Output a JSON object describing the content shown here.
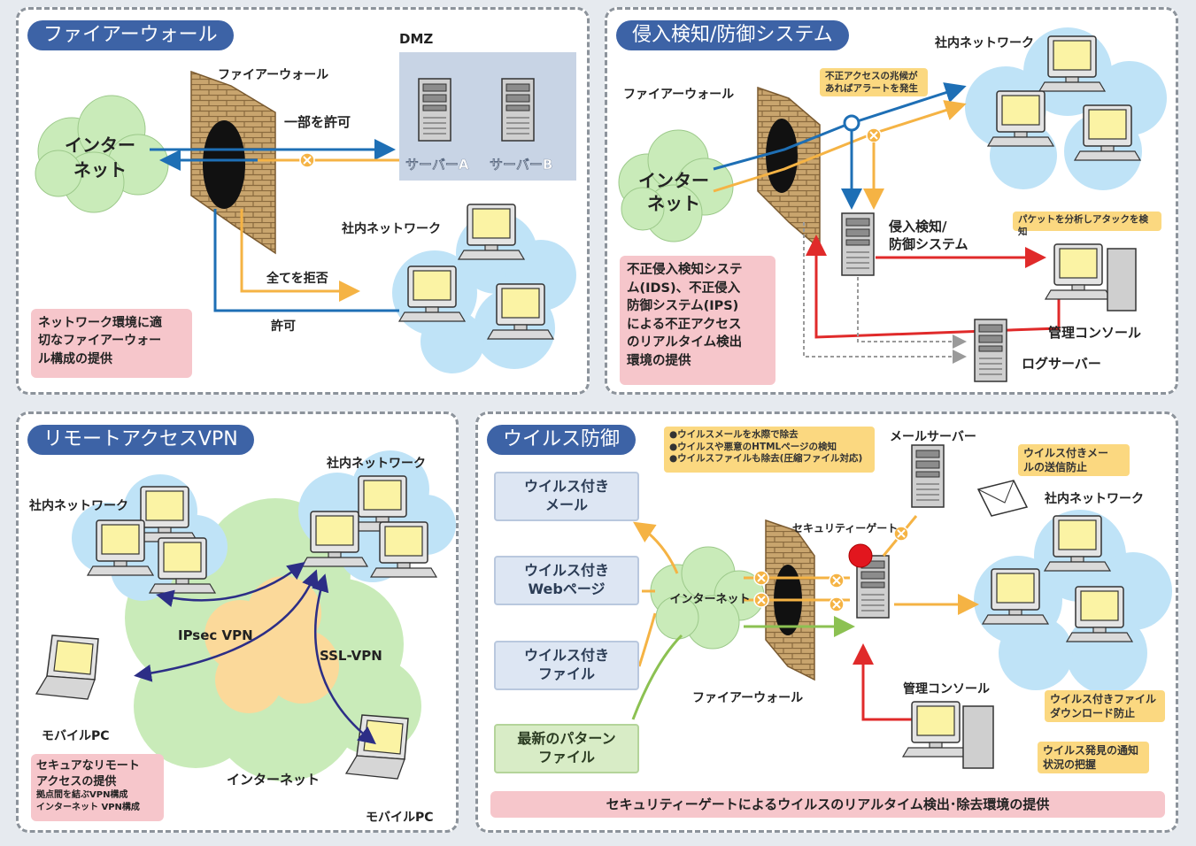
{
  "firewall": {
    "title": "ファイアーウォール",
    "dmz": "DMZ",
    "fw_label": "ファイアーウォール",
    "internet_l1": "インター",
    "internet_l2": "ネット",
    "partial_allow": "一部を許可",
    "server_a": "サーバーA",
    "server_b": "サーバーB",
    "lan": "社内ネットワーク",
    "deny_all": "全てを拒否",
    "allow": "許可",
    "desc": [
      "ネットワーク環境に適",
      "切なファイアーウォー",
      "ル構成の提供"
    ]
  },
  "ids": {
    "title": "侵入検知/防御システム",
    "lan": "社内ネットワーク",
    "fw_label": "ファイアーウォール",
    "note_alert": [
      "不正アクセスの兆候が",
      "あればアラートを発生"
    ],
    "internet_l1": "インター",
    "internet_l2": "ネット",
    "ids_label_l1": "侵入検知/",
    "ids_label_l2": "防御システム",
    "note_packet": "パケットを分析しアタックを検知",
    "console": "管理コンソール",
    "log_server": "ログサーバー",
    "desc": [
      "不正侵入検知システ",
      "ム(IDS)、不正侵入",
      "防御システム(IPS)",
      "による不正アクセス",
      "のリアルタイム検出",
      "環境の提供"
    ]
  },
  "vpn": {
    "title": "リモートアクセスVPN",
    "lan_left": "社内ネットワーク",
    "lan_center": "社内ネットワーク",
    "ipsec": "IPsec VPN",
    "ssl": "SSL-VPN",
    "mobile1": "モバイルPC",
    "mobile2": "モバイルPC",
    "internet": "インターネット",
    "desc_main": [
      "セキュアなリモート",
      "アクセスの提供"
    ],
    "desc_sub": [
      "拠点間を結ぶVPN構成",
      "インターネット VPN構成"
    ]
  },
  "virus": {
    "title": "ウイルス防御",
    "note_top": [
      "●ウイルスメールを水際で除去",
      "●ウイルスや悪意のHTMLページの検知",
      "●ウイルスファイルも除去(圧縮ファイル対応)"
    ],
    "mail_server": "メールサーバー",
    "note_mail": [
      "ウイルス付きメー",
      "ルの送信防止"
    ],
    "lan": "社内ネットワーク",
    "box_mail": [
      "ウイルス付き",
      "メール"
    ],
    "box_web": [
      "ウイルス付き",
      "Webページ"
    ],
    "box_file": [
      "ウイルス付き",
      "ファイル"
    ],
    "box_pattern": [
      "最新のパターン",
      "ファイル"
    ],
    "security_gate": "セキュリティーゲート",
    "internet": "インターネット",
    "fw_label": "ファイアーウォール",
    "console": "管理コンソール",
    "note_download": [
      "ウイルス付きファイル",
      "ダウンロード防止"
    ],
    "note_notify": [
      "ウイルス発見の通知",
      "状況の把握"
    ],
    "banner": "セキュリティーゲートによるウイルスのリアルタイム検出･除去環境の提供"
  },
  "colors": {
    "title_bg": "#3d63a6",
    "blue_line": "#1e6fb5",
    "orange_line": "#f5b344",
    "red_line": "#e02a2a",
    "navy_line": "#2c2e86",
    "green_line": "#8cc152",
    "cloud_green": "#c9ebb9",
    "cloud_blue": "#bfe3f7",
    "pink": "#f6c6cb",
    "note_yellow": "#fbd880"
  }
}
